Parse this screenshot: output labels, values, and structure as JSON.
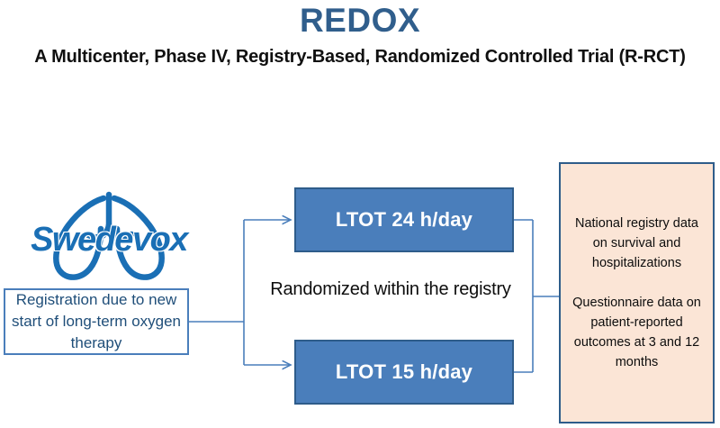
{
  "header": {
    "title": "REDOX",
    "subtitle": "A Multicenter, Phase IV, Registry-Based, Randomized Controlled Trial (R-RCT)",
    "title_color": "#305e8c",
    "subtitle_color": "#101010"
  },
  "logo": {
    "wordmark": "Swedevox",
    "icon_name": "lungs-icon",
    "color": "#1a6fb5"
  },
  "registration": {
    "text": "Registration due to new start of long-term oxygen therapy",
    "border_color": "#4a7ebb",
    "text_color": "#1f4e79",
    "background": "#ffffff"
  },
  "randomization": {
    "label": "Randomized within the registry",
    "text_color": "#0d0d0d"
  },
  "arms": [
    {
      "label": "LTOT 24 h/day",
      "fill": "#4a7ebb",
      "border": "#2e5c8a",
      "text_color": "#ffffff"
    },
    {
      "label": "LTOT 15 h/day",
      "fill": "#4a7ebb",
      "border": "#2e5c8a",
      "text_color": "#ffffff"
    }
  ],
  "outcomes": {
    "paragraphs": [
      "National registry data on survival and hospitalizations",
      "Questionnaire data on patient-reported outcomes at 3 and 12 months"
    ],
    "fill": "#fbe5d6",
    "border": "#2e5c8a",
    "text_color": "#0d0d0d"
  },
  "connectors": {
    "color": "#4a7ebb",
    "description": "Registration box branches to both LTOT arms, which merge into the outcomes panel"
  }
}
